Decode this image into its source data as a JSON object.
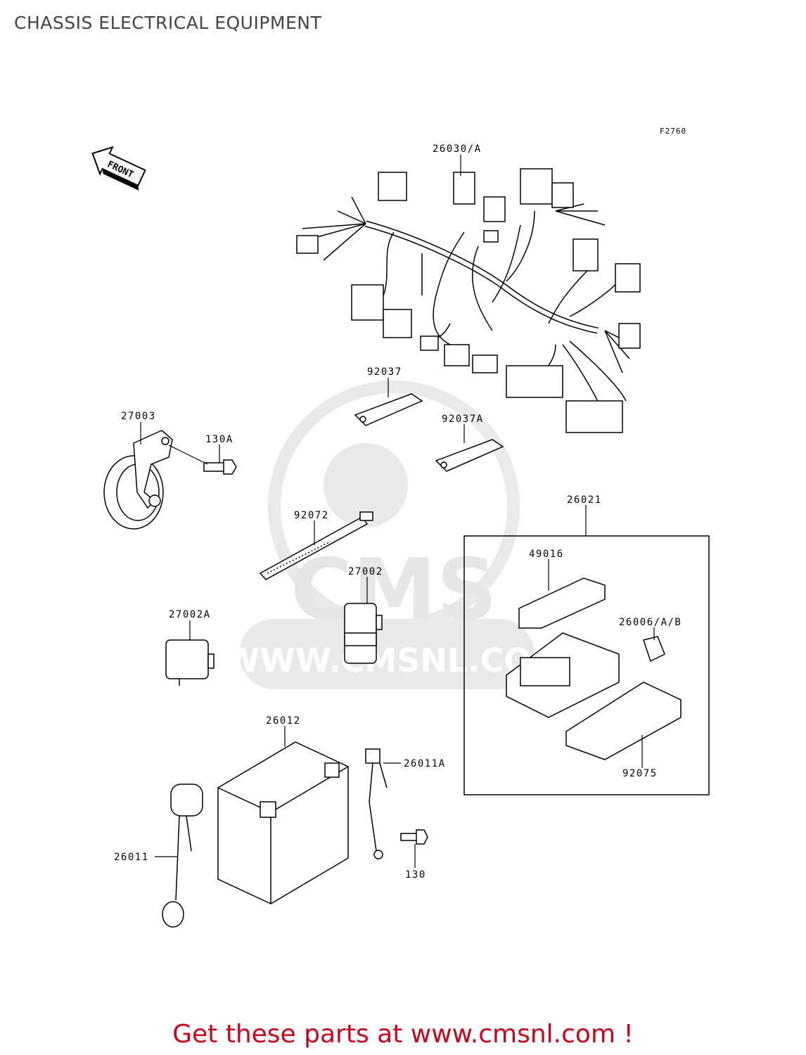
{
  "title": "CHASSIS ELECTRICAL EQUIPMENT",
  "figure_code": "F2760",
  "front_arrow_label": "FRONT",
  "watermark": "WWW.CMSNL.COM",
  "watermark_logo": "CMS",
  "footer": "Get these parts at www.cmsnl.com !",
  "parts": [
    {
      "id": "p-26030A",
      "label": "26030/A"
    },
    {
      "id": "p-92037",
      "label": "92037"
    },
    {
      "id": "p-92037A",
      "label": "92037A"
    },
    {
      "id": "p-27003",
      "label": "27003"
    },
    {
      "id": "p-130A",
      "label": "130A"
    },
    {
      "id": "p-92072",
      "label": "92072"
    },
    {
      "id": "p-27002",
      "label": "27002"
    },
    {
      "id": "p-27002A",
      "label": "27002A"
    },
    {
      "id": "p-26021",
      "label": "26021"
    },
    {
      "id": "p-49016",
      "label": "49016"
    },
    {
      "id": "p-26006AB",
      "label": "26006/A/B"
    },
    {
      "id": "p-92075",
      "label": "92075"
    },
    {
      "id": "p-26012",
      "label": "26012"
    },
    {
      "id": "p-26011A",
      "label": "26011A"
    },
    {
      "id": "p-26011",
      "label": "26011"
    },
    {
      "id": "p-130",
      "label": "130"
    }
  ]
}
